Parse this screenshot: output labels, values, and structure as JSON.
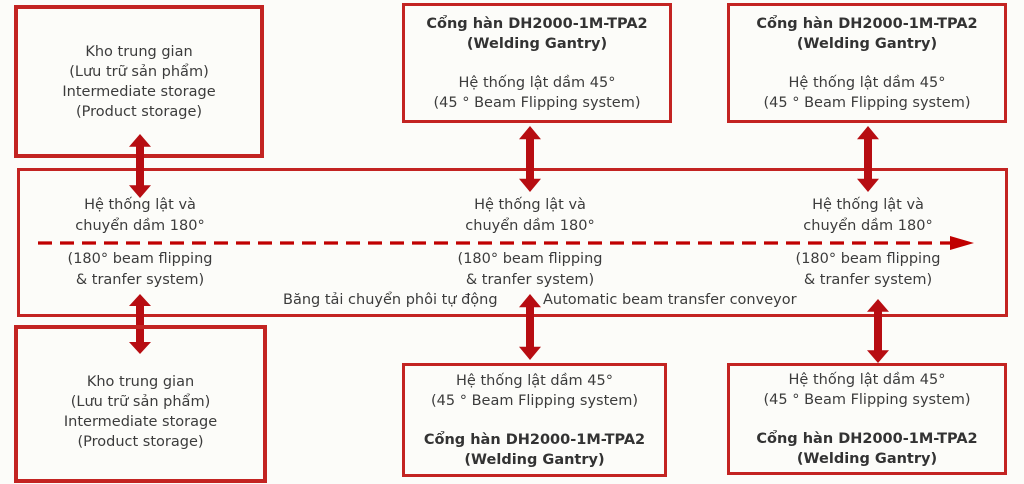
{
  "colors": {
    "box_border": "#c32422",
    "solid_arrow": "#b70d12",
    "dashed_arrow": "#c00000",
    "text": "#3c3c3c",
    "background": "#fcfcf9"
  },
  "storage_box": {
    "lines": [
      "Kho trung gian",
      "(Lưu trữ sản phẩm)",
      "Intermediate storage",
      "(Product storage)"
    ]
  },
  "welding_gantry": {
    "title_lines": [
      "Cổng hàn DH2000-1M-TPA2",
      "(Welding Gantry)"
    ],
    "flip45_lines": [
      "Hệ thống lật dầm 45°",
      "(45 ° Beam Flipping system)"
    ]
  },
  "transfer_band": {
    "flip180_vi_lines": [
      "Hệ thống lật và",
      "chuyển dầm 180°"
    ],
    "flip180_en_lines": [
      "(180° beam flipping",
      "& tranfer system)"
    ],
    "conveyor_vi": "Băng tải chuyển phôi tự động",
    "conveyor_en": "Automatic beam transfer conveyor"
  }
}
